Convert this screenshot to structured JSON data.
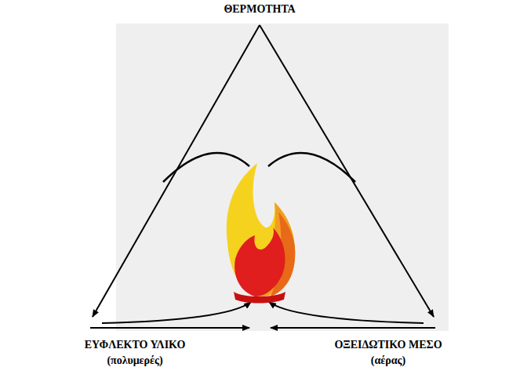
{
  "diagram": {
    "labels": [
      "ΘΕΡΜΟΤΗΤΑ",
      "ΕΥΦΛΕΚΤΟ ΥΛΙΚΟ",
      "(πολυμερές)",
      "ΟΞΕΙΔΩΤΙΚΟ ΜΕΣΟ",
      "(αέρας)"
    ]
  }
}
